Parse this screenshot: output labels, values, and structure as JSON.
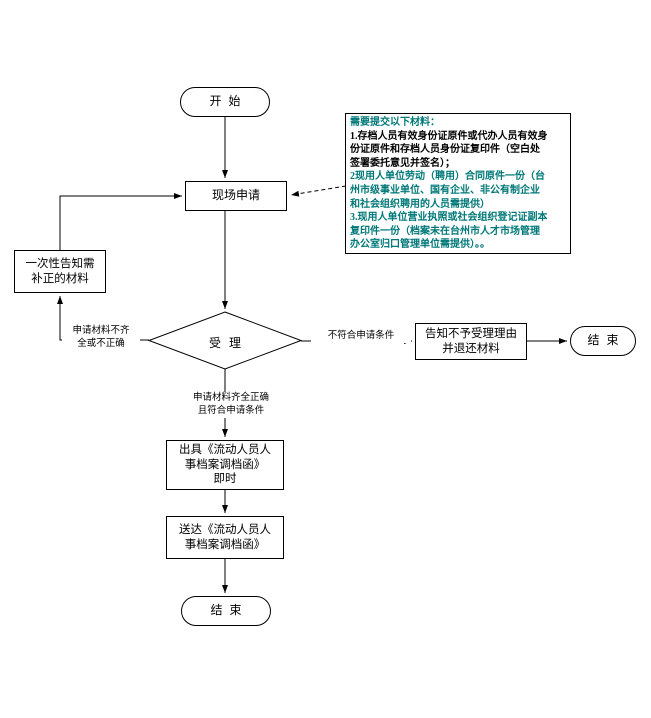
{
  "flowchart": {
    "nodes": {
      "start": {
        "label": "开始",
        "type": "terminator"
      },
      "onsite_apply": {
        "label": "现场申请",
        "type": "process"
      },
      "notify_correction": {
        "type": "process",
        "line1": "一次性告知需",
        "line2": "补正的材料"
      },
      "accept_review": {
        "label": "受理",
        "type": "decision"
      },
      "reject_notice": {
        "type": "process",
        "line1": "告知不予受理理由",
        "line2": "并退还材料"
      },
      "end_right": {
        "label": "结束",
        "type": "terminator"
      },
      "issue_letter": {
        "type": "process",
        "line1": "出具《流动人员人",
        "line2": "事档案调档函》",
        "line3": "即时"
      },
      "deliver_letter": {
        "type": "process",
        "line1": "送达《流动人员人",
        "line2": "事档案调档函》"
      },
      "end_bottom": {
        "label": "结束",
        "type": "terminator"
      }
    },
    "edge_labels": {
      "incomplete": {
        "line1": "申请材料不齐",
        "line2": "全或不正确"
      },
      "not_qualified": {
        "label": "不符合申请条件"
      },
      "qualified": {
        "line1": "申请材料齐全正确",
        "line2": "且符合申请条件"
      }
    },
    "notes": {
      "lines": [
        {
          "text": "需要提交以下材料：",
          "color": "#007878"
        },
        {
          "text": "1.存档人员有效身份证原件或代办人员有效身",
          "color": "#000000"
        },
        {
          "text": "份证原件和存档人员身份证复印件（空白处",
          "color": "#000000"
        },
        {
          "text": "签署委托意见并签名）；",
          "color": "#000000"
        },
        {
          "text": "2现用人单位劳动（聘用）合同原件一份（台",
          "color": "#007878"
        },
        {
          "text": "州市级事业单位、国有企业、非公有制企业",
          "color": "#007878"
        },
        {
          "text": "和社会组织聘用的人员需提供）",
          "color": "#007878"
        },
        {
          "text": "3.现用人单位营业执照或社会组织登记证副本",
          "color": "#007878"
        },
        {
          "text": "复印件一份（档案未在台州市人才市场管理",
          "color": "#007878"
        },
        {
          "text": "办公室归口管理单位需提供）。。",
          "color": "#007878"
        }
      ]
    },
    "colors": {
      "background": "#ffffff",
      "line": "#000000",
      "border": "#000000",
      "text": "#000000",
      "note_accent": "#007878"
    }
  }
}
